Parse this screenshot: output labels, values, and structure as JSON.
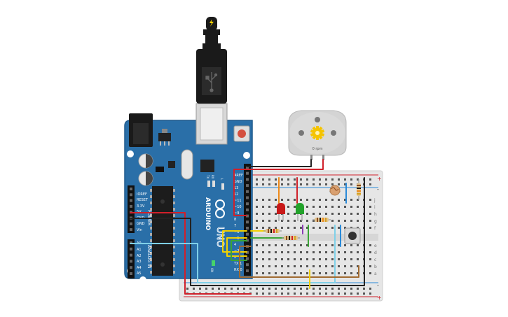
{
  "colors": {
    "board_blue": "#2a6fa8",
    "board_dark": "#1f5a8c",
    "usb_black": "#1a1a1a",
    "breadboard": "#e6e6e6",
    "wire_red": "#d0202a",
    "wire_black": "#222222",
    "wire_yellow": "#f2d100",
    "wire_green": "#3aa535",
    "wire_cyan": "#7fd0e8",
    "wire_blue": "#2a8ad8",
    "wire_orange": "#ee8a1a",
    "wire_purple": "#8a3bb5",
    "wire_brown": "#a06a30",
    "led_red": "#c81818",
    "led_green": "#22a22a",
    "motor_gray": "#d4d4d4",
    "gear_yellow": "#f5c400"
  },
  "arduino": {
    "logo_text": "ARDUINO",
    "model_text": "UNO",
    "on_label": "ON",
    "l_label": "L",
    "tx_label": "TX",
    "rx_label": "RX",
    "power_header_labels": [
      "IOREF",
      "RESET",
      "3.3V",
      "5V",
      "GND",
      "GND",
      "Vin"
    ],
    "analog_header_labels": [
      "A0",
      "A1",
      "A2",
      "A3",
      "A4",
      "A5"
    ],
    "power_title": "POWER",
    "analog_title": "ANALOG IN",
    "digital_labels": [
      "AREF",
      "GND",
      "13",
      "12",
      "~11",
      "~10",
      "~9",
      "8",
      "7",
      "~6",
      "~5",
      "4",
      "~3",
      "2",
      "TX 1",
      "RX 0"
    ]
  },
  "motor": {
    "rpm_text": "0 rpm"
  },
  "breadboard": {
    "row_letters_top": [
      "j",
      "i",
      "h",
      "g",
      "f"
    ],
    "row_letters_bottom": [
      "e",
      "d",
      "c",
      "b",
      "a"
    ],
    "rail_plus": "+",
    "rail_minus": "-"
  },
  "power_plug": {
    "bolt_icon": "lightning-icon"
  }
}
